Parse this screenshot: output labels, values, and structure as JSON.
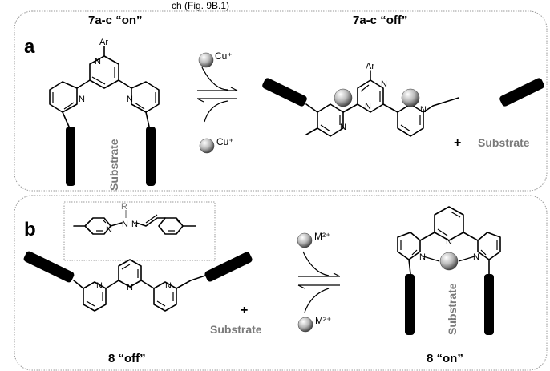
{
  "top_caption": "ch (Fig. 9B.1)",
  "panel_a": {
    "letter": "a",
    "left_title": "7a-c “on”",
    "right_title": "7a-c “off”",
    "substrate_vertical": "Substrate",
    "plus": "+",
    "substrate_right": "Substrate",
    "ion_top": "Cu⁺",
    "ion_bottom": "Cu⁺",
    "ar_left": "Ar",
    "ar_right": "Ar",
    "n": "N"
  },
  "panel_b": {
    "letter": "b",
    "left_title": "8 “off”",
    "right_title": "8 “on”",
    "plus": "+",
    "substrate_left": "Substrate",
    "substrate_vertical": "Substrate",
    "ion_top": "M²⁺",
    "ion_bottom": "M²⁺",
    "inset_r": "R",
    "n": "N"
  }
}
